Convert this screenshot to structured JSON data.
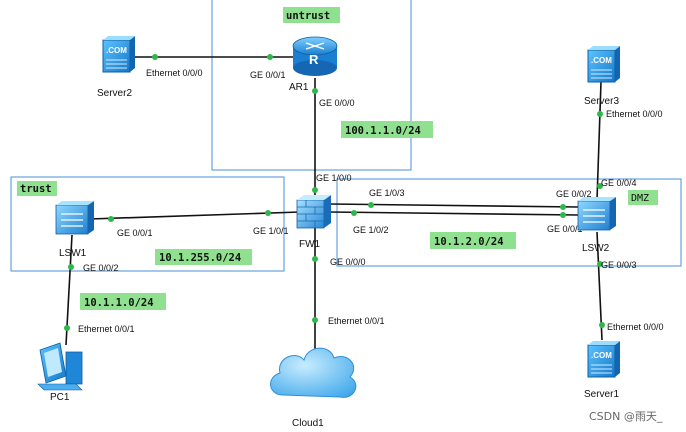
{
  "zones": {
    "untrust": "untrust",
    "trust": "trust",
    "dmz": "DMZ"
  },
  "devices": {
    "server2": "Server2",
    "ar1": "AR1",
    "server3": "Server3",
    "lsw1": "LSW1",
    "fw1": "FW1",
    "lsw2": "LSW2",
    "pc1": "PC1",
    "cloud1": "Cloud1",
    "server1": "Server1"
  },
  "ports": {
    "server2_eth": "Ethernet 0/0/0",
    "ar1_ge001": "GE 0/0/1",
    "ar1_ge000": "GE 0/0/0",
    "server3_eth": "Ethernet 0/0/0",
    "lsw2_ge004": "GE 0/0/4",
    "lsw2_ge002": "GE 0/0/2",
    "lsw2_ge001": "GE 0/0/1",
    "lsw2_ge003": "GE 0/0/3",
    "fw1_ge100": "GE 1/0/0",
    "fw1_ge103": "GE 1/0/3",
    "fw1_ge101": "GE 1/0/1",
    "fw1_ge102": "GE 1/0/2",
    "fw1_ge000": "GE 0/0/0",
    "lsw1_ge001": "GE 0/0/1",
    "lsw1_ge002": "GE 0/0/2",
    "pc1_eth": "Ethernet 0/0/1",
    "cloud1_eth": "Ethernet 0/0/1",
    "server1_eth": "Ethernet 0/0/0"
  },
  "networks": {
    "wan": "100.1.1.0/24",
    "trust_link": "10.1.255.0/24",
    "dmz": "10.1.2.0/24",
    "pc_lan": "10.1.1.0/24"
  },
  "server_icon_text": ".COM",
  "watermark": "CSDN @雨天_",
  "colors": {
    "zone_border": "#4a90d9",
    "label_bg": "#8fe08f",
    "link": "#111111",
    "port_dot": "#2db84a",
    "device_blue": "#1f8fe0"
  }
}
